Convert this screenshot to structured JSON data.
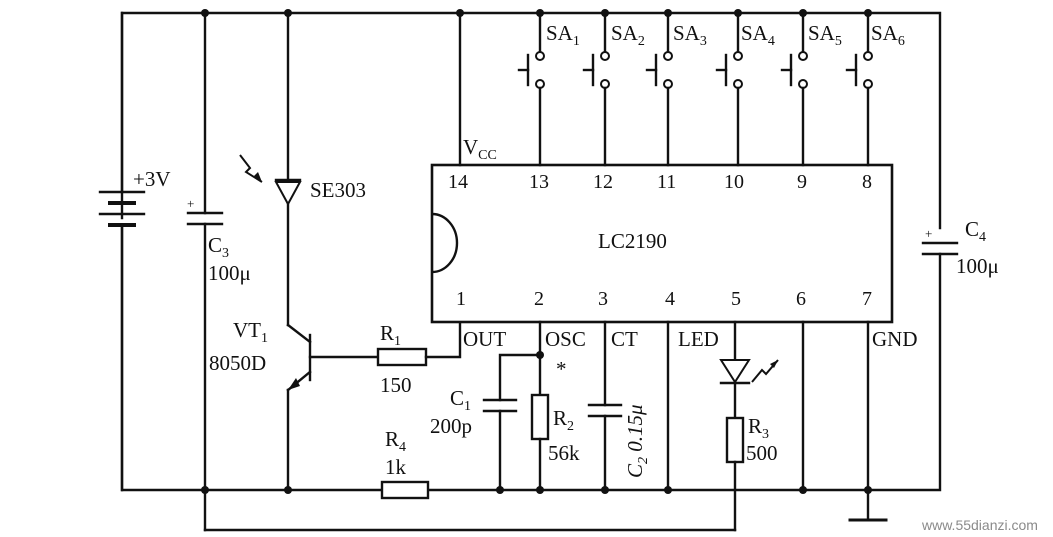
{
  "ic": {
    "name": "LC2190",
    "top_pins": [
      "14",
      "13",
      "12",
      "11",
      "10",
      "9",
      "8"
    ],
    "bottom_pins": [
      "1",
      "2",
      "3",
      "4",
      "5",
      "6",
      "7"
    ],
    "vcc": "V",
    "vcc_sub": "CC",
    "out": "OUT",
    "osc": "OSC",
    "ct": "CT",
    "led": "LED",
    "gnd": "GND"
  },
  "switches": [
    {
      "label": "SA",
      "sub": "1"
    },
    {
      "label": "SA",
      "sub": "2"
    },
    {
      "label": "SA",
      "sub": "3"
    },
    {
      "label": "SA",
      "sub": "4"
    },
    {
      "label": "SA",
      "sub": "5"
    },
    {
      "label": "SA",
      "sub": "6"
    }
  ],
  "battery": {
    "label": "+3V"
  },
  "c3": {
    "name": "C",
    "sub": "3",
    "value": "100μ"
  },
  "c4": {
    "name": "C",
    "sub": "4",
    "value": "100μ"
  },
  "c1": {
    "name": "C",
    "sub": "1",
    "value": "200p"
  },
  "c2": {
    "name": "C",
    "sub": "2",
    "value": "0.15μ"
  },
  "se303": {
    "label": "SE303"
  },
  "vt1": {
    "name": "VT",
    "sub": "1",
    "value": "8050D"
  },
  "r1": {
    "name": "R",
    "sub": "1",
    "value": "150"
  },
  "r2": {
    "name": "R",
    "sub": "2",
    "value": "56k",
    "mark": "*"
  },
  "r3": {
    "name": "R",
    "sub": "3",
    "value": "500"
  },
  "r4": {
    "name": "R",
    "sub": "4",
    "value": "1k"
  },
  "polarity": "+",
  "watermark": "www.55dianzi.com"
}
